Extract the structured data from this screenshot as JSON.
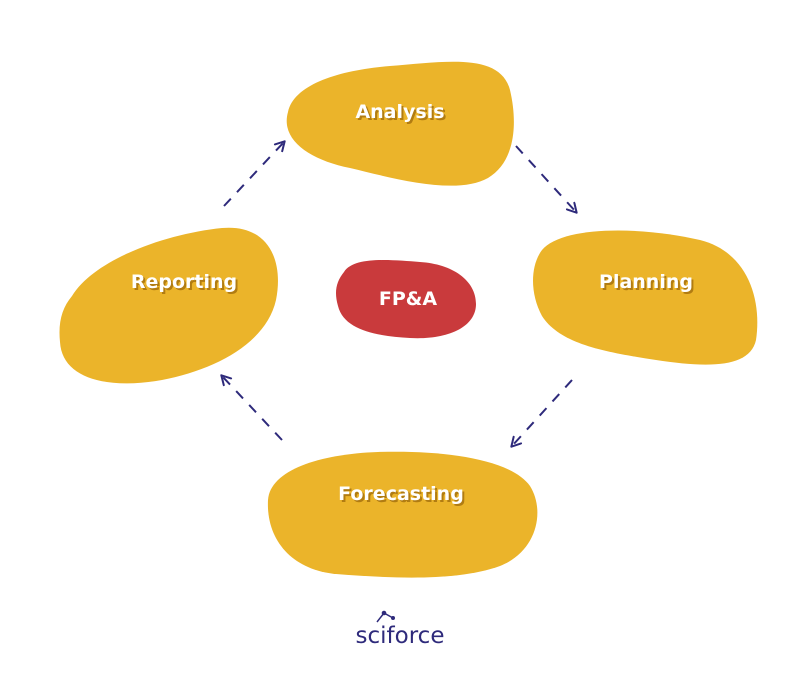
{
  "colors": {
    "blob": "#ebb42a",
    "center": "#c93a3c",
    "text": "#ffffff",
    "text_shadow": "#b17c12",
    "arrow": "#2e2a7b",
    "logo": "#2e2a7b"
  },
  "center": {
    "label": "FP&A"
  },
  "nodes": {
    "analysis": {
      "label": "Analysis"
    },
    "planning": {
      "label": "Planning"
    },
    "forecasting": {
      "label": "Forecasting"
    },
    "reporting": {
      "label": "Reporting"
    }
  },
  "cycle": [
    "Analysis",
    "Planning",
    "Forecasting",
    "Reporting"
  ],
  "footer": {
    "brand": "sciforce"
  }
}
